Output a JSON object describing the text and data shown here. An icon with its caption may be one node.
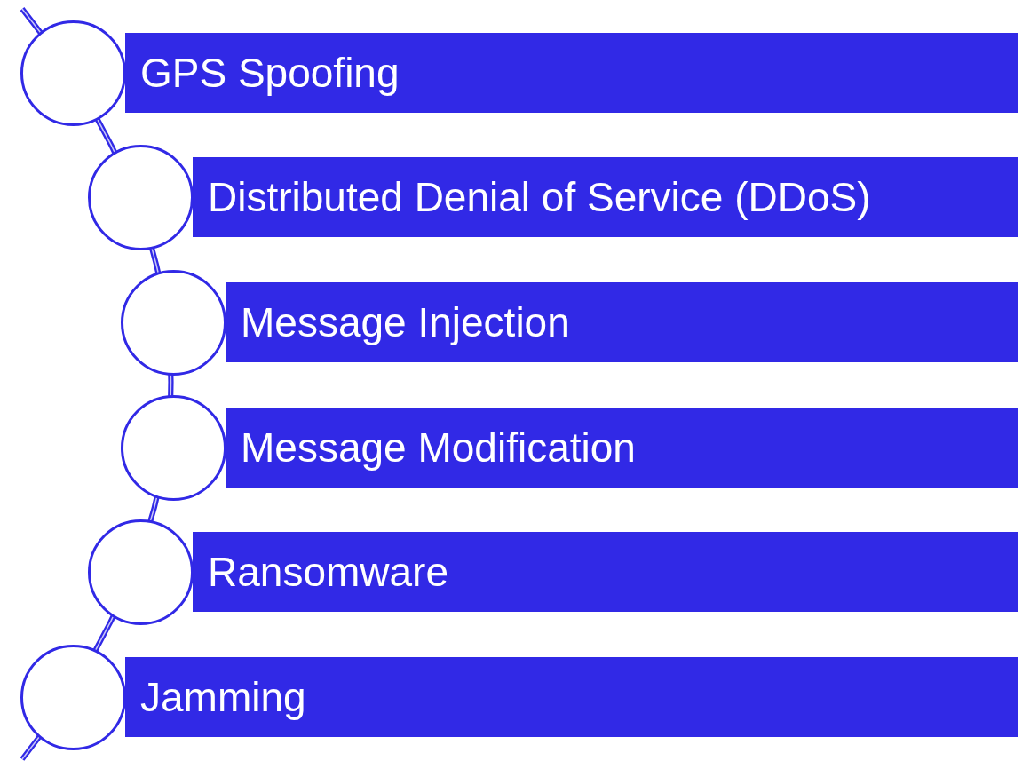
{
  "diagram": {
    "nodes": [
      {
        "text": [
          "GPS Spoofing"
        ]
      },
      {
        "text": [
          "Distributed Denial of Service (DDoS)"
        ]
      },
      {
        "text": [
          "Message Injection"
        ]
      },
      {
        "text": [
          "Message Modification"
        ]
      },
      {
        "text": [
          "Ransomware"
        ]
      },
      {
        "text": [
          "Jamming"
        ]
      },
      {
        "text": [],
        "shape": "circle"
      },
      {
        "text": [],
        "shape": "circle"
      },
      {
        "text": [],
        "shape": "circle"
      },
      {
        "text": [],
        "shape": "circle"
      },
      {
        "text": [],
        "shape": "circle"
      },
      {
        "text": [],
        "shape": "circle"
      }
    ]
  }
}
